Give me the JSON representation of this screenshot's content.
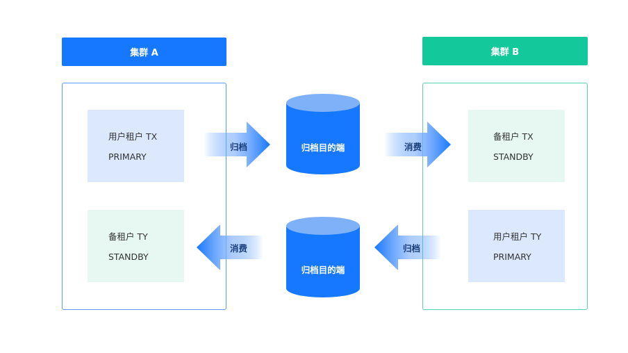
{
  "cluster_a": {
    "title": "集群 A",
    "color": "#1677ff",
    "tenants": [
      {
        "name": "用户租户 TX",
        "role": "PRIMARY"
      },
      {
        "name": "备租户 TY",
        "role": "STANDBY"
      }
    ]
  },
  "cluster_b": {
    "title": "集群 B",
    "color": "#13c89b",
    "tenants": [
      {
        "name": "备租户 TX",
        "role": "STANDBY"
      },
      {
        "name": "用户租户 TY",
        "role": "PRIMARY"
      }
    ]
  },
  "archives": {
    "top": "归档目的端",
    "bottom": "归档目的端"
  },
  "arrows": {
    "archive_top": "归档",
    "consume_top": "消费",
    "consume_bottom": "消费",
    "archive_bottom": "归档"
  }
}
